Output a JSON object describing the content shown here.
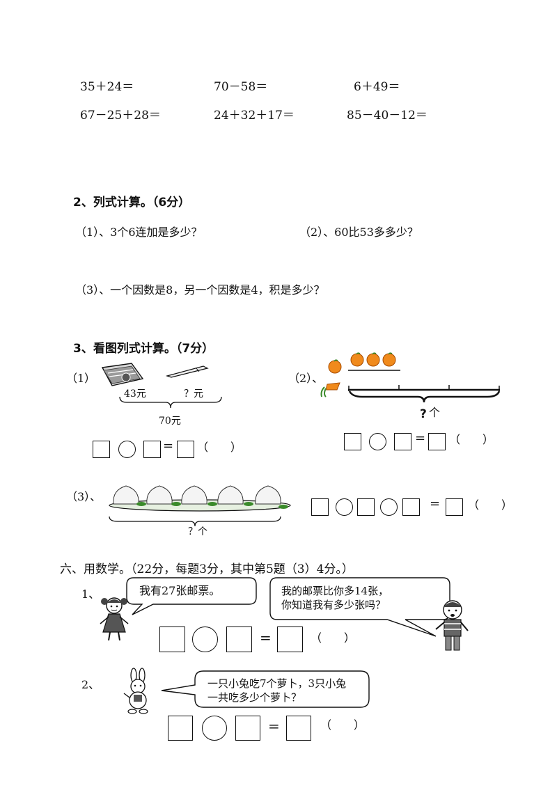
{
  "oral_calc": {
    "row1": [
      "35＋24＝",
      "70－58＝",
      "6＋49＝"
    ],
    "row2": [
      "67－25＋28＝",
      "24＋32＋17＝",
      "85－40－12＝"
    ]
  },
  "section2": {
    "title": "2、列式计算。（6分）",
    "q1": "（1）、3个6连加是多少？",
    "q2": "（2）、60比53多多少？",
    "q3": "（3）、一个因数是8，另一个因数是4，积是多少？"
  },
  "section3": {
    "title": "3、看图列式计算。（7分）",
    "p1": {
      "label": "（1）",
      "left_price": "43元",
      "right_price": "？元",
      "total": "70元",
      "answer_paren": "（　　）"
    },
    "p2": {
      "label": "（2）、",
      "total": "个",
      "question_mark": "?",
      "answer_paren": "（　　）"
    },
    "p3": {
      "label": "（3）、",
      "total": "？个",
      "answer_paren": "（　　）"
    }
  },
  "section6": {
    "title": "六、用数学。（22分，每题3分，其中第5题（3）4分。）",
    "q1": {
      "label": "1、",
      "girl_says": "我有27张邮票。",
      "boy_says_line1": "我的邮票比你多14张，",
      "boy_says_line2": "你知道我有多少张吗？",
      "answer_paren": "（　　）"
    },
    "q2": {
      "label": "2、",
      "rabbit_says_line1": "一只小兔吃7个萝卜，3只小兔",
      "rabbit_says_line2": "一共吃多少个萝卜？",
      "answer_paren": "（　　）"
    }
  },
  "colors": {
    "orange": "#f08a1c",
    "leaf": "#3a8a2a",
    "ink": "#111111"
  }
}
